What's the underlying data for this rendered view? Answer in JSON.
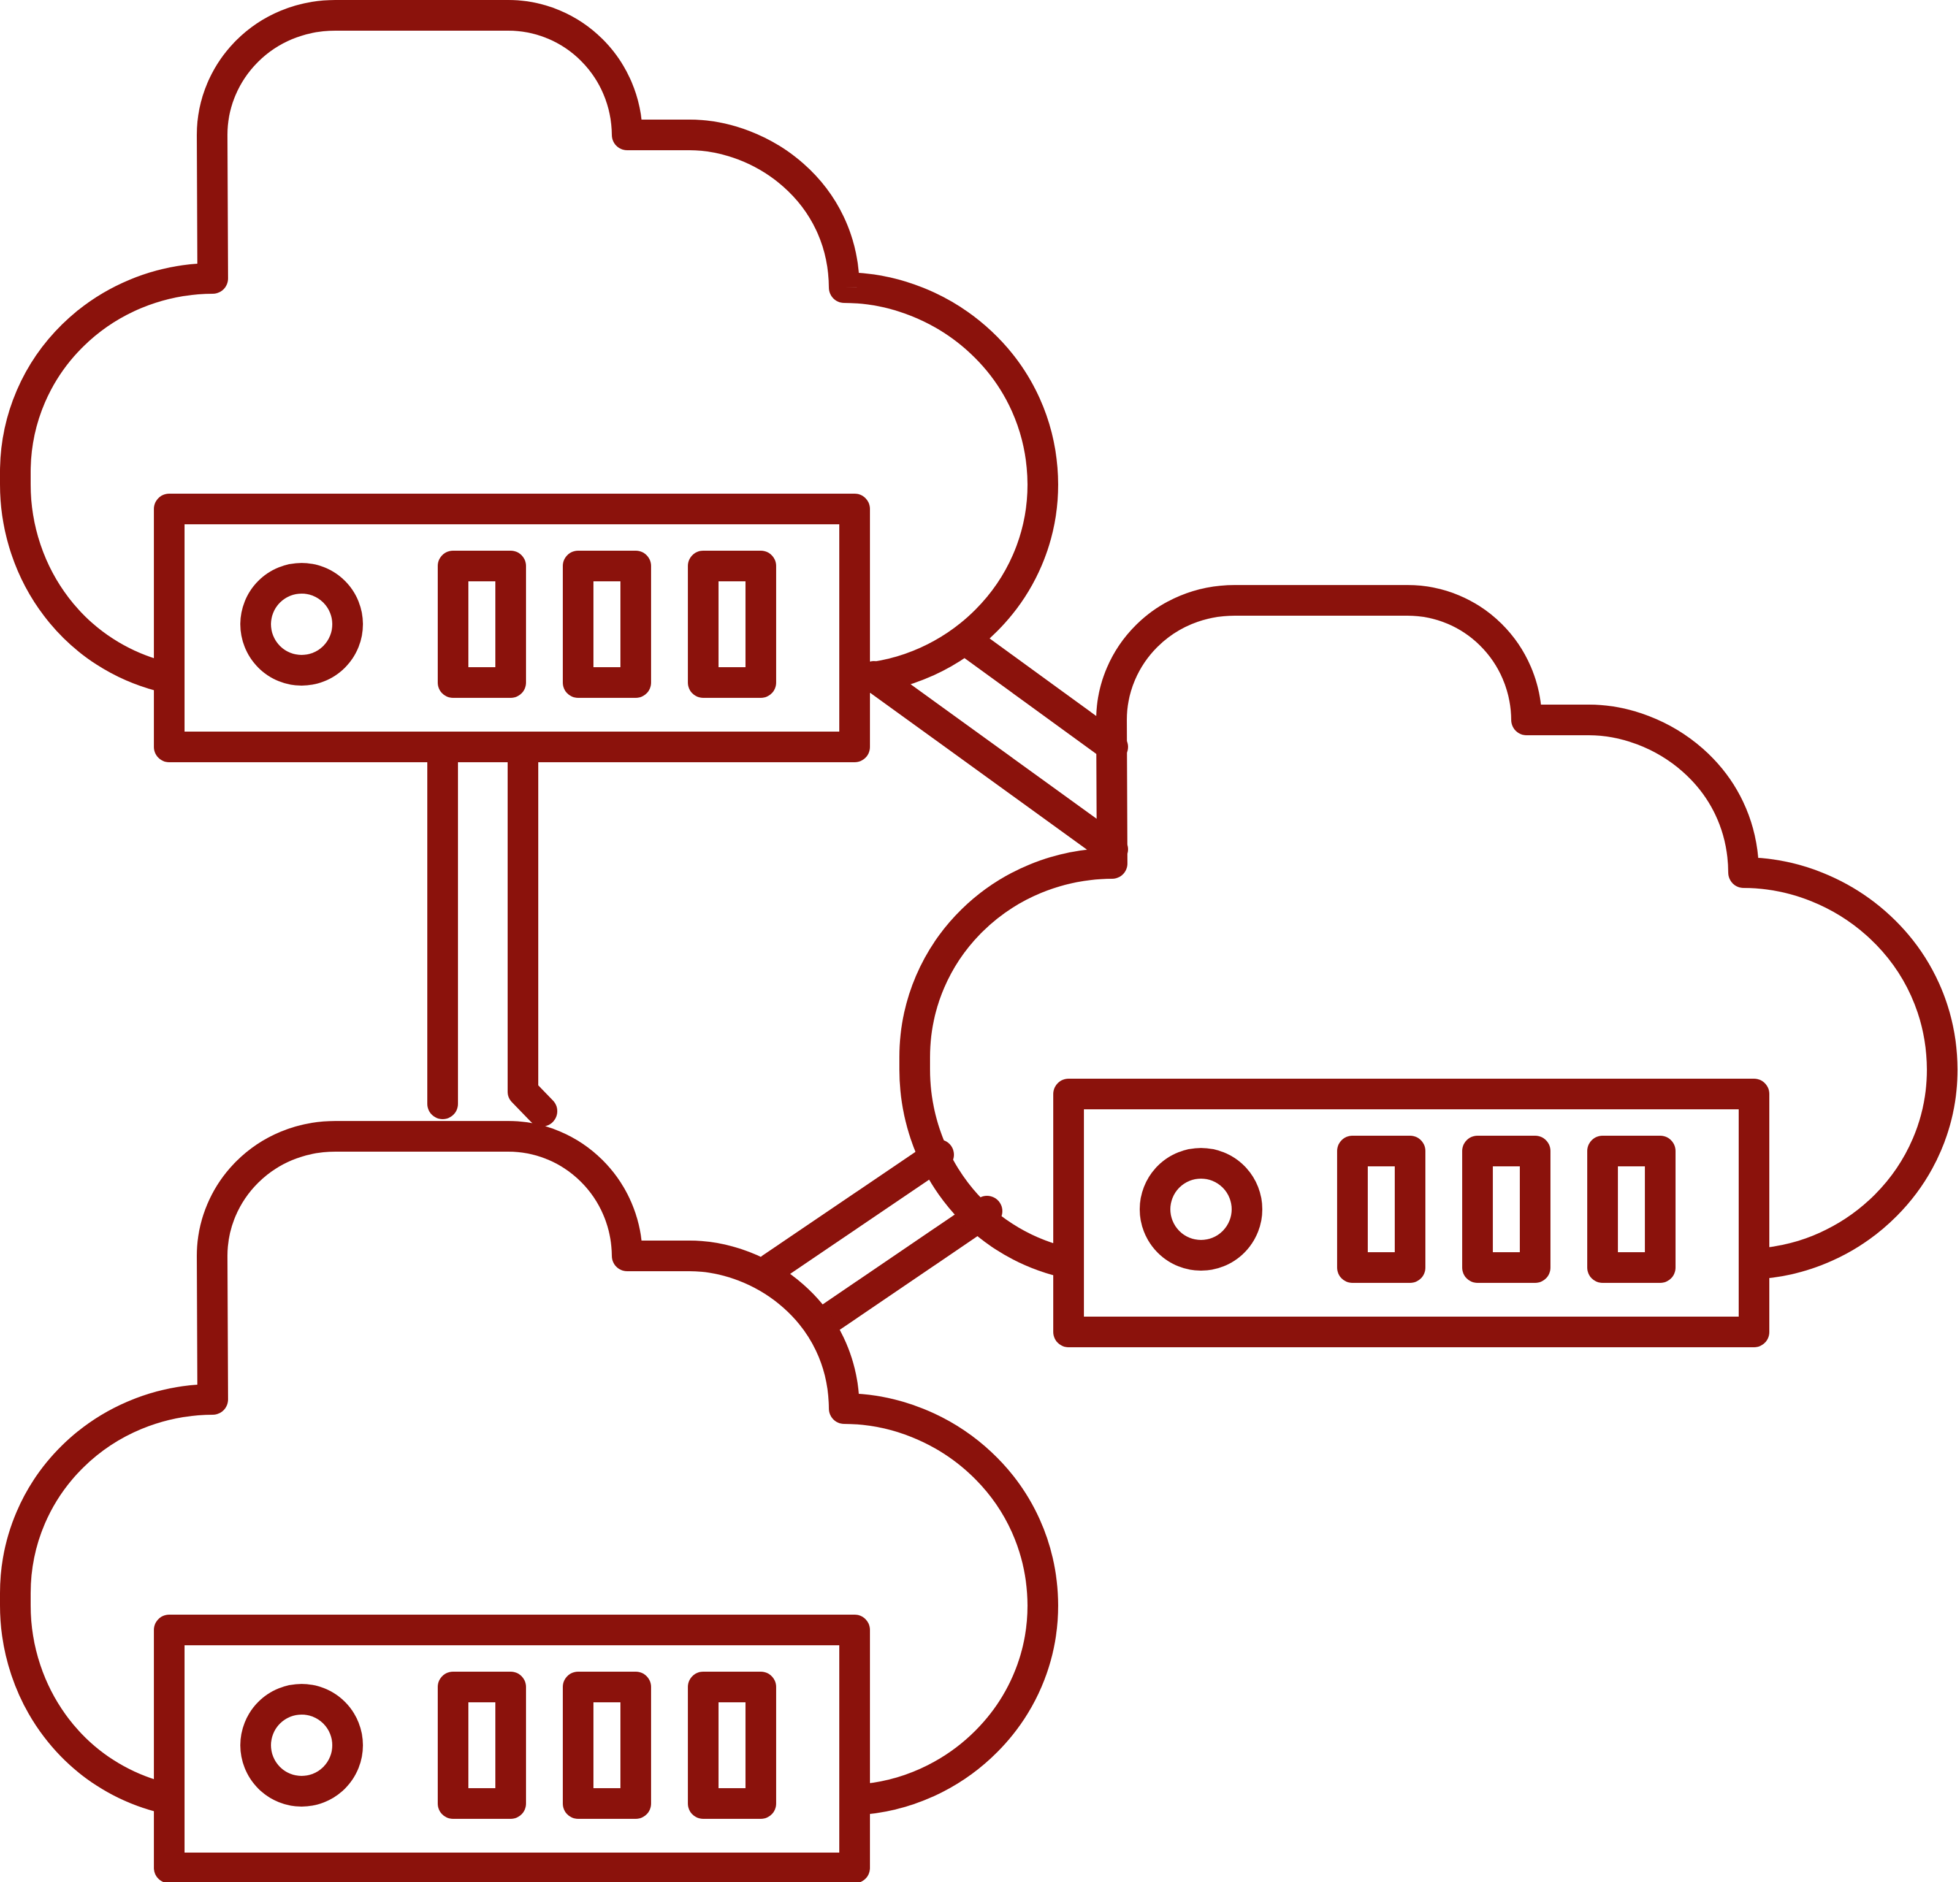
{
  "icon": {
    "name": "cloud-server-network-icon",
    "stroke_color": "#8B120C",
    "background_color": "#FFFFFF",
    "nodes": [
      {
        "name": "cloud-server-top-left",
        "port_count": 3,
        "indicator": "circle"
      },
      {
        "name": "cloud-server-right",
        "port_count": 3,
        "indicator": "circle"
      },
      {
        "name": "cloud-server-bottom-left",
        "port_count": 3,
        "indicator": "circle"
      }
    ],
    "connectors": [
      {
        "name": "connector-top-left-to-bottom-left"
      },
      {
        "name": "connector-top-left-to-right"
      },
      {
        "name": "connector-bottom-left-to-right"
      }
    ]
  }
}
